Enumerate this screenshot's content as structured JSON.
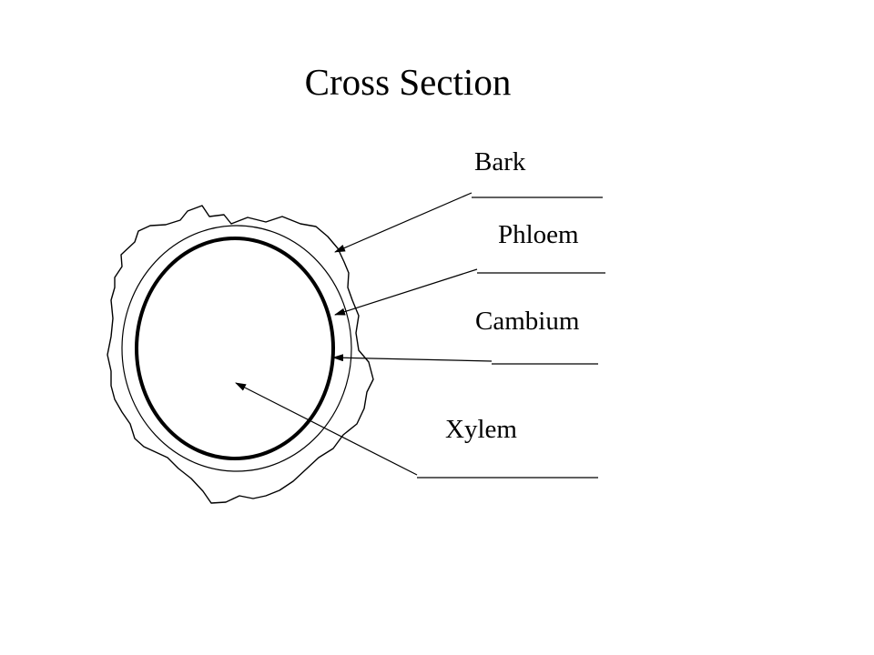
{
  "title": "Cross Section",
  "labels": {
    "bark": "Bark",
    "phloem": "Phloem",
    "cambium": "Cambium",
    "xylem": "Xylem"
  },
  "colors": {
    "background": "#ffffff",
    "ink": "#000000"
  }
}
